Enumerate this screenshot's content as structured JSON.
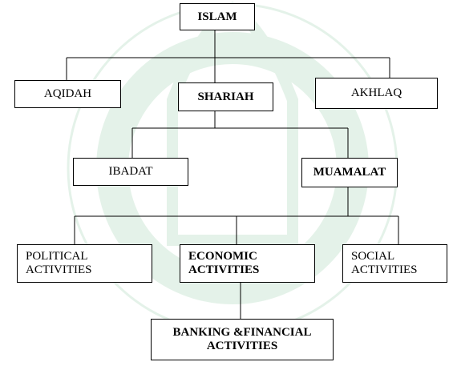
{
  "colors": {
    "line": "#000000",
    "watermark": "#3aa35a",
    "node_border": "#000000"
  },
  "watermark": {
    "icon": "bank-seal-watermark-icon"
  },
  "nodes": {
    "islam": "ISLAM",
    "aqidah": "AQIDAH",
    "shariah": "SHARIAH",
    "akhlaq": "AKHLAQ",
    "ibadat": "IBADAT",
    "muamalat": "MUAMALAT",
    "political": "POLITICAL\nACTIVITIES",
    "economic": "ECONOMIC\nACTIVITIES",
    "social": "SOCIAL\nACTIVITIES",
    "banking": "BANKING &FINANCIAL\nACTIVITIES"
  }
}
